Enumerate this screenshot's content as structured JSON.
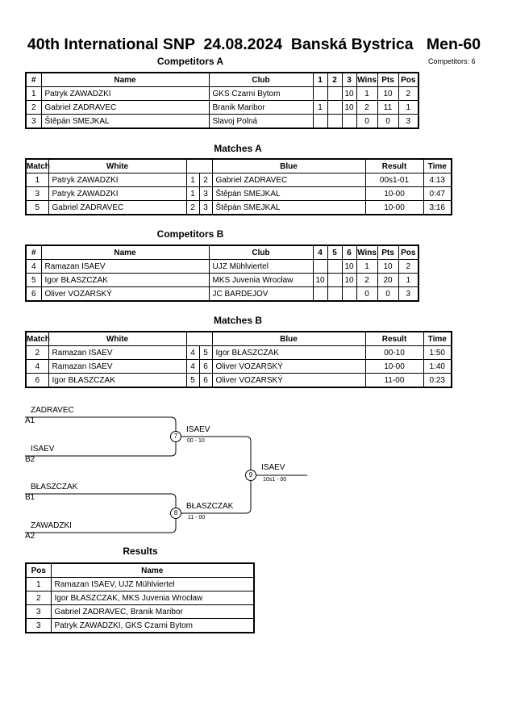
{
  "header": {
    "title": "40th International SNP  24.08.2024  Banská Bystrica   Men-60",
    "competitors_count": "Competitors: 6"
  },
  "competitors_a": {
    "title": "Competitors A",
    "headers": [
      "#",
      "Name",
      "Club",
      "1",
      "2",
      "3",
      "Wins",
      "Pts",
      "Pos"
    ],
    "rows": [
      [
        "1",
        "Patryk ZAWADZKI",
        "GKS Czarni Bytom",
        "",
        "",
        "10",
        "1",
        "10",
        "2"
      ],
      [
        "2",
        "Gabriel ZADRAVEC",
        "Branik Maribor",
        "1",
        "",
        "10",
        "2",
        "11",
        "1"
      ],
      [
        "3",
        "Štěpán SMEJKAL",
        "Slavoj Polná",
        "",
        "",
        "",
        "0",
        "0",
        "3"
      ]
    ]
  },
  "matches_a": {
    "title": "Matches A",
    "headers": [
      "Match",
      "White",
      "",
      "",
      "Blue",
      "Result",
      "Time"
    ],
    "rows": [
      [
        "1",
        "Patryk ZAWADZKI",
        "1",
        "2",
        "Gabriel ZADRAVEC",
        "00s1-01",
        "4:13"
      ],
      [
        "3",
        "Patryk ZAWADZKI",
        "1",
        "3",
        "Štěpán SMEJKAL",
        "10-00",
        "0:47"
      ],
      [
        "5",
        "Gabriel ZADRAVEC",
        "2",
        "3",
        "Štěpán SMEJKAL",
        "10-00",
        "3:16"
      ]
    ]
  },
  "competitors_b": {
    "title": "Competitors B",
    "headers": [
      "#",
      "Name",
      "Club",
      "4",
      "5",
      "6",
      "Wins",
      "Pts",
      "Pos"
    ],
    "rows": [
      [
        "4",
        "Ramazan ISAEV",
        "UJZ Mühlviertel",
        "",
        "",
        "10",
        "1",
        "10",
        "2"
      ],
      [
        "5",
        "Igor BŁASZCZAK",
        "MKS Juvenia Wrocław",
        "10",
        "",
        "10",
        "2",
        "20",
        "1"
      ],
      [
        "6",
        "Oliver VOZARSKÝ",
        "JC BARDEJOV",
        "",
        "",
        "",
        "0",
        "0",
        "3"
      ]
    ]
  },
  "matches_b": {
    "title": "Matches B",
    "headers": [
      "Match",
      "White",
      "",
      "",
      "Blue",
      "Result",
      "Time"
    ],
    "rows": [
      [
        "2",
        "Ramazan ISAEV",
        "4",
        "5",
        "Igor BŁASZCZAK",
        "00-10",
        "1:50"
      ],
      [
        "4",
        "Ramazan ISAEV",
        "4",
        "6",
        "Oliver VOZARSKÝ",
        "10-00",
        "1:40"
      ],
      [
        "6",
        "Igor BŁASZCZAK",
        "5",
        "6",
        "Oliver VOZARSKÝ",
        "11-00",
        "0:23"
      ]
    ]
  },
  "bracket": {
    "slots": [
      {
        "name": "ZADRAVEC",
        "seed": "A1"
      },
      {
        "name": "ISAEV",
        "seed": "B2"
      },
      {
        "name": "BŁASZCZAK",
        "seed": "B1"
      },
      {
        "name": "ZAWADZKI",
        "seed": "A2"
      }
    ],
    "match7": {
      "num": "7",
      "winner": "ISAEV",
      "score": "00 - 10"
    },
    "match8": {
      "num": "8",
      "winner": "BŁASZCZAK",
      "score": "11 - 00"
    },
    "match9": {
      "num": "9",
      "winner": "ISAEV",
      "score": "10s1 - 00"
    }
  },
  "results": {
    "title": "Results",
    "headers": [
      "Pos",
      "Name"
    ],
    "rows": [
      [
        "1",
        "Ramazan ISAEV, UJZ Mühlviertel"
      ],
      [
        "2",
        "Igor BŁASZCZAK, MKS Juvenia Wrocław"
      ],
      [
        "3",
        "Gabriel ZADRAVEC, Branik Maribor"
      ],
      [
        "3",
        "Patryk ZAWADZKI, GKS Czarni Bytom"
      ]
    ]
  }
}
